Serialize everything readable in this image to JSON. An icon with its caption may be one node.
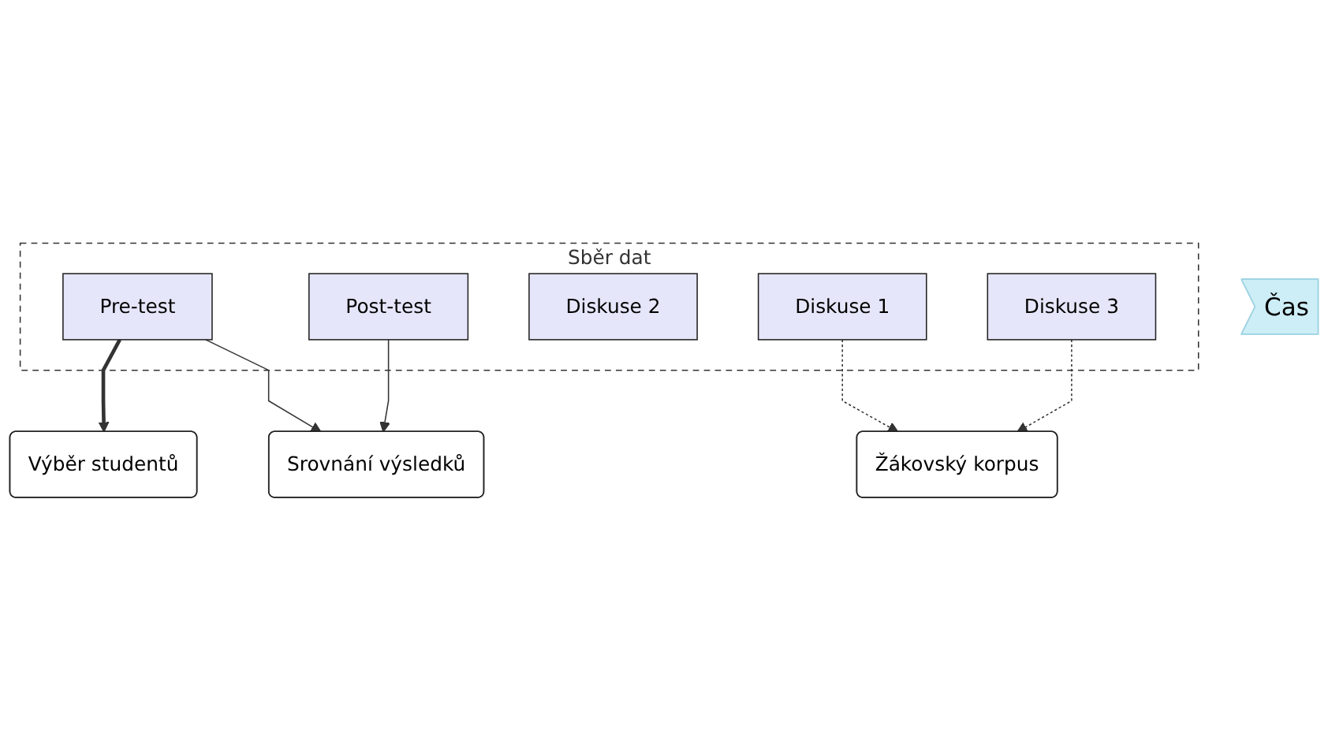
{
  "diagram": {
    "nodes": [
      {
        "text": [
          "Čas"
        ]
      },
      {
        "text": [
          "Sběr dat"
        ]
      },
      {
        "text": [
          "Pre-test"
        ],
        "in": 1
      },
      {
        "text": [
          "Diskuse 1"
        ],
        "in": 1
      },
      {
        "text": [
          "Diskuse 2"
        ],
        "in": 1
      },
      {
        "text": [
          "Diskuse 3"
        ],
        "in": 1
      },
      {
        "text": [
          "Post-test"
        ],
        "in": 1
      },
      {
        "text": [
          "Výběr studentů"
        ]
      },
      {
        "text": [
          "Srovnání výsledků"
        ]
      },
      {
        "text": [
          "Žákovský korpus"
        ]
      }
    ],
    "edges": [
      {
        "from": 2,
        "to": 7,
        "arrow": "to",
        "style": "thick"
      },
      {
        "from": 2,
        "to": 8,
        "arrow": "to"
      },
      {
        "from": 6,
        "to": 8,
        "arrow": "to"
      },
      {
        "from": 3,
        "to": 9,
        "arrow": "to",
        "style": "dashed"
      },
      {
        "from": 5,
        "to": 9,
        "arrow": "to",
        "style": "dashed"
      }
    ]
  }
}
